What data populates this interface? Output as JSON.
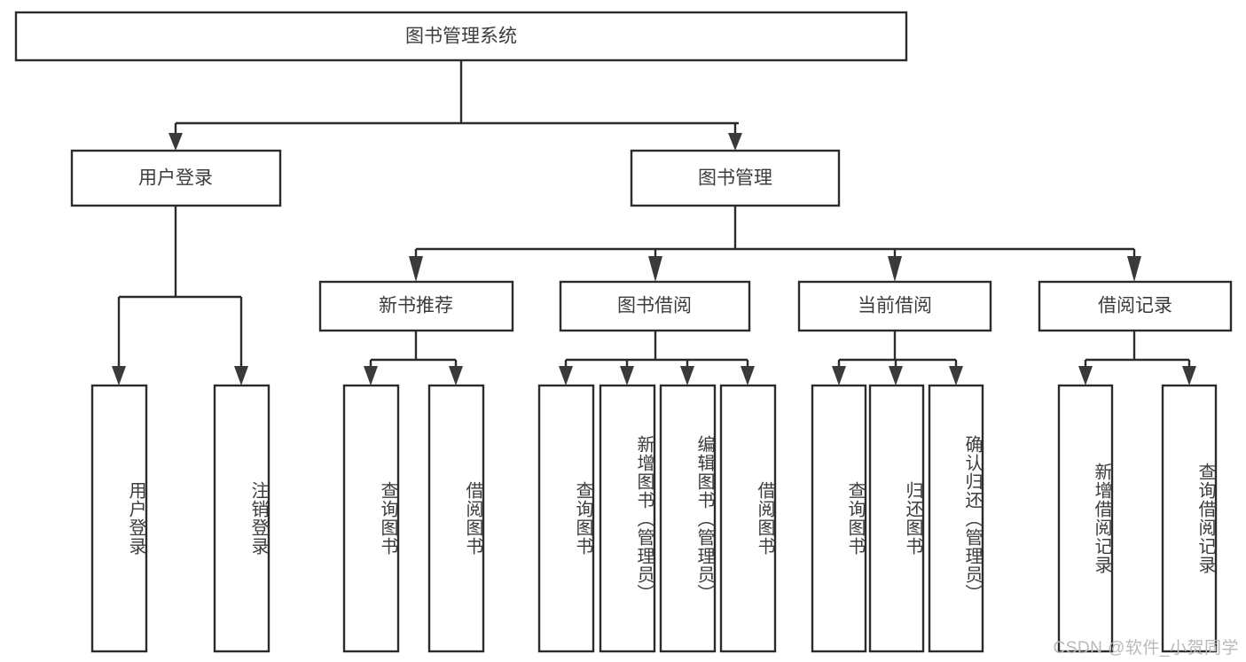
{
  "diagram": {
    "type": "hierarchy-tree",
    "title": "图书管理系统",
    "orientation": "top-down",
    "colors": {
      "box_stroke": "#2b2b2b",
      "box_fill": "#ffffff",
      "text": "#3c3c3c",
      "connector": "#2b2b2b",
      "watermark": "#b9b9b9",
      "background": "#ffffff"
    },
    "root": {
      "label": "图书管理系统"
    },
    "level2": [
      {
        "label": "用户登录"
      },
      {
        "label": "图书管理"
      }
    ],
    "level3": [
      {
        "label": "新书推荐"
      },
      {
        "label": "图书借阅"
      },
      {
        "label": "当前借阅"
      },
      {
        "label": "借阅记录"
      }
    ],
    "leaves": {
      "user_login": [
        {
          "label": "用户登录"
        },
        {
          "label": "注销登录"
        }
      ],
      "new_book_recommend": [
        {
          "label": "查询图书"
        },
        {
          "label": "借阅图书"
        }
      ],
      "book_borrow": [
        {
          "label": "查询图书"
        },
        {
          "label": "新增图书（管理员）"
        },
        {
          "label": "编辑图书（管理员）"
        },
        {
          "label": "借阅图书"
        }
      ],
      "current_borrow": [
        {
          "label": "查询图书"
        },
        {
          "label": "归还图书"
        },
        {
          "label": "确认归还（管理员）"
        }
      ],
      "borrow_record": [
        {
          "label": "新增借阅记录"
        },
        {
          "label": "查询借阅记录"
        }
      ]
    }
  },
  "watermark": {
    "text": "CSDN @软件_小贺同学"
  }
}
